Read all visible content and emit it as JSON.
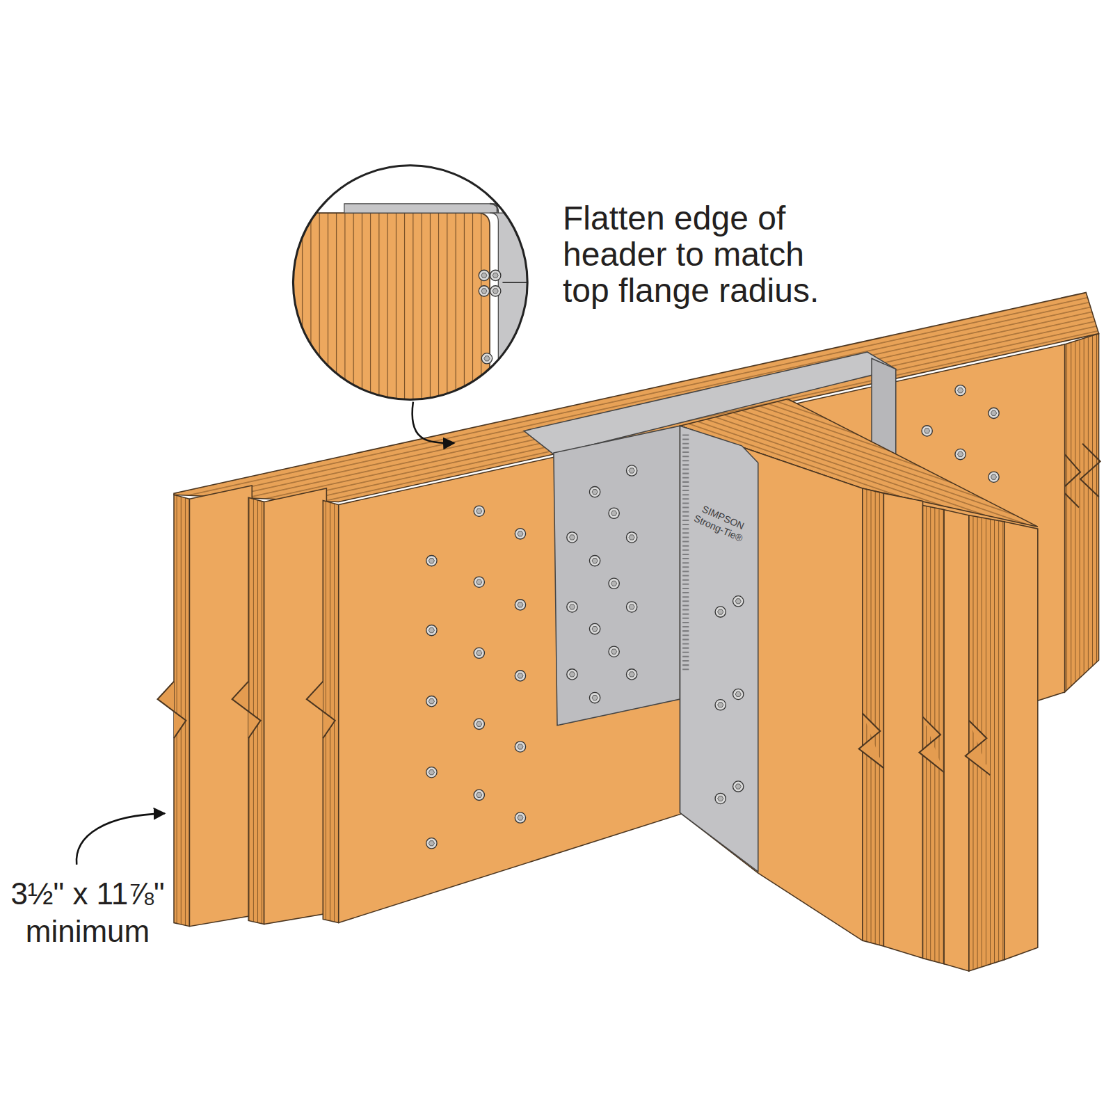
{
  "diagram": {
    "labels": [
      "Flatten edge of header to match top flange radius.",
      "SIMPSON Strong-Tie®",
      "3½\" x 11⅞\" minimum"
    ]
  }
}
